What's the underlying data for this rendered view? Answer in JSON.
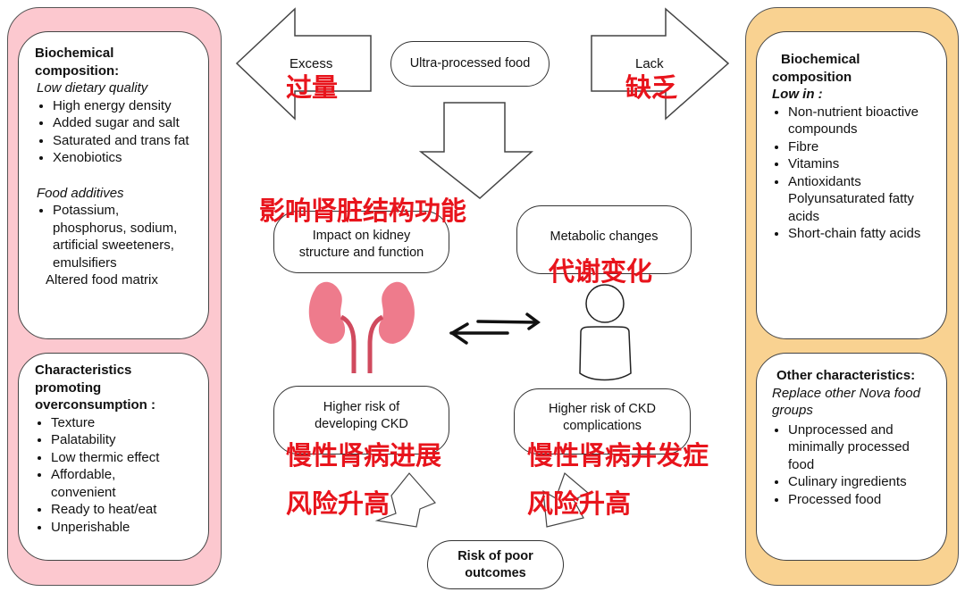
{
  "left_panel": {
    "color": "#fcc8cf",
    "box1": {
      "title": "Biochemical composition:",
      "subtitle": "Low dietary quality",
      "items": [
        "High energy density",
        "Added sugar and salt",
        "Saturated and trans fat",
        "Xenobiotics"
      ],
      "subtitle2": "Food additives",
      "items2": [
        "Potassium, phosphorus, sodium, artificial sweeteners, emulsifiers"
      ],
      "extra": "Altered food matrix"
    },
    "box2": {
      "title": "Characteristics promoting overconsumption :",
      "items": [
        "Texture",
        "Palatability",
        "Low thermic effect",
        "Affordable, convenient",
        "Ready to heat/eat",
        "Unperishable"
      ]
    }
  },
  "right_panel": {
    "color": "#f9d291",
    "box1": {
      "title": "Biochemical composition",
      "subtitle": "Low in :",
      "items": [
        "Non-nutrient bioactive compounds",
        "Fibre",
        "Vitamins",
        "Antioxidants Polyunsaturated fatty acids",
        "Short-chain fatty acids"
      ]
    },
    "box2": {
      "title": "Other characteristics:",
      "subtitle": "Replace other Nova food groups",
      "items": [
        "Unprocessed and minimally processed food",
        "Culinary ingredients",
        "Processed food"
      ]
    }
  },
  "center": {
    "excess": "Excess",
    "excess_cn": "过量",
    "lack": "Lack",
    "lack_cn": "缺乏",
    "upf": "Ultra-processed food",
    "impact": "Impact on kidney structure and function",
    "impact_cn": "影响肾脏结构功能",
    "metabolic": "Metabolic changes",
    "metabolic_cn": "代谢变化",
    "risk_ckd": "Higher risk of developing CKD",
    "risk_ckd_cn": "慢性肾病进展",
    "risk_comp": "Higher risk of CKD complications",
    "risk_comp_cn": "慢性肾病并发症",
    "risk_up_cn": "风险升高",
    "poor": "Risk of poor outcomes"
  },
  "colors": {
    "annotation_red": "#e8141c",
    "kidney": "#ee7b8c"
  }
}
